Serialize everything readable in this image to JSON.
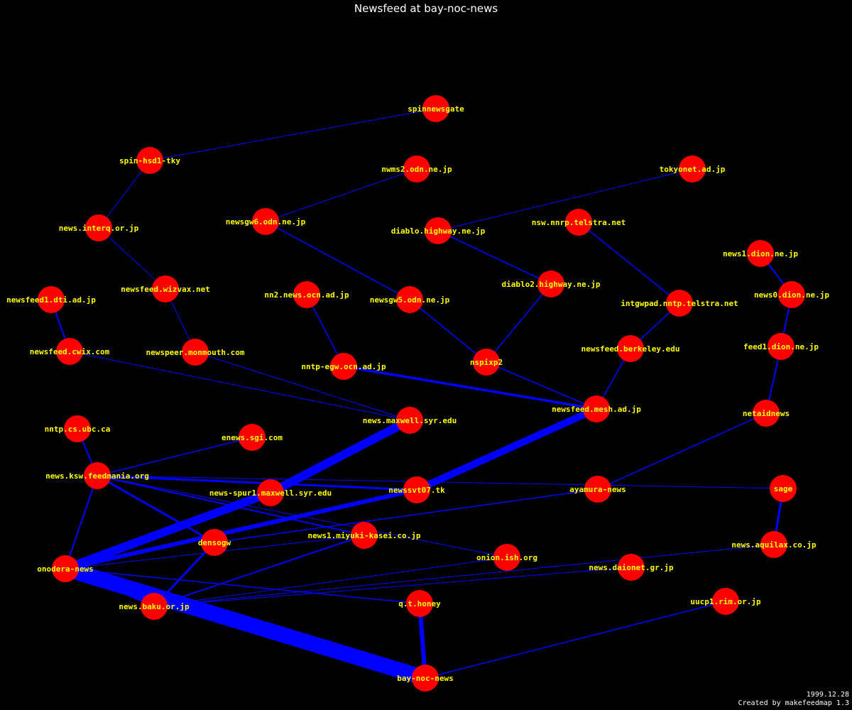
{
  "title": "Newsfeed at bay-noc-news",
  "footer": {
    "date": "1999.12.28",
    "credit": "Created by makefeedmap 1.3"
  },
  "colors": {
    "background": "#000000",
    "node": "#ff0000",
    "edge": "#0000ff",
    "label": "#ffff00",
    "text": "#ffffff"
  },
  "nodes": [
    {
      "id": "spinnewsgate",
      "label": "spinnewsgate"
    },
    {
      "id": "spin-hsd1-tky",
      "label": "spin-hsd1-tky"
    },
    {
      "id": "nwms2",
      "label": "nwms2.odn.ne.jp"
    },
    {
      "id": "tokyonet",
      "label": "tokyonet.ad.jp"
    },
    {
      "id": "interq",
      "label": "news.interq.or.jp"
    },
    {
      "id": "newsgw6",
      "label": "newsgw6.odn.ne.jp"
    },
    {
      "id": "diablo",
      "label": "diablo.highway.ne.jp"
    },
    {
      "id": "telstra-nsw",
      "label": "nsw.nnrp.telstra.net"
    },
    {
      "id": "news1-dion",
      "label": "news1.dion.ne.jp"
    },
    {
      "id": "wizvax",
      "label": "newsfeed.wizvax.net"
    },
    {
      "id": "diablo2",
      "label": "diablo2.highway.ne.jp"
    },
    {
      "id": "news0-dion",
      "label": "news0.dion.ne.jp"
    },
    {
      "id": "dti",
      "label": "newsfeed1.dti.ad.jp"
    },
    {
      "id": "nn2-ocn",
      "label": "nn2.news.ocn.ad.jp"
    },
    {
      "id": "newsgw5",
      "label": "newsgw5.odn.ne.jp"
    },
    {
      "id": "intgwpad",
      "label": "intgwpad.nntp.telstra.net"
    },
    {
      "id": "cwix",
      "label": "newsfeed.cwix.com"
    },
    {
      "id": "monmouth",
      "label": "newspeer.monmouth.com"
    },
    {
      "id": "nntp-egw",
      "label": "nntp-egw.ocn.ad.jp"
    },
    {
      "id": "nspixp2",
      "label": "nspixp2"
    },
    {
      "id": "berkeley",
      "label": "newsfeed.berkeley.edu"
    },
    {
      "id": "feed1-dion",
      "label": "feed1.dion.ne.jp"
    },
    {
      "id": "mesh",
      "label": "newsfeed.mesh.ad.jp"
    },
    {
      "id": "netaidnews",
      "label": "netaidnews"
    },
    {
      "id": "maxwell",
      "label": "news.maxwell.syr.edu"
    },
    {
      "id": "ubc",
      "label": "nntp.cs.ubc.ca"
    },
    {
      "id": "sgi",
      "label": "enews.sgi.com"
    },
    {
      "id": "ksw",
      "label": "news.ksw.feedmania.org"
    },
    {
      "id": "spur1",
      "label": "news-spur1.maxwell.syr.edu"
    },
    {
      "id": "newssvt07",
      "label": "newssvt07.tk"
    },
    {
      "id": "ayamura",
      "label": "ayamura-news"
    },
    {
      "id": "sage",
      "label": "sage"
    },
    {
      "id": "densogw",
      "label": "densogw"
    },
    {
      "id": "miyuki",
      "label": "news1.miyuki-kasei.co.jp"
    },
    {
      "id": "aquilax",
      "label": "news.aquilax.co.jp"
    },
    {
      "id": "onodera",
      "label": "onodera-news"
    },
    {
      "id": "onion",
      "label": "onion.ish.org"
    },
    {
      "id": "daionet",
      "label": "news.daionet.gr.jp"
    },
    {
      "id": "baku",
      "label": "news.baku.or.jp"
    },
    {
      "id": "qthoney",
      "label": "q.t.honey"
    },
    {
      "id": "uucp1",
      "label": "uucp1.rim.or.jp"
    },
    {
      "id": "baynoc",
      "label": "bay-noc-news"
    }
  ],
  "edges": [
    {
      "from": "spinnewsgate",
      "to": "spin-hsd1-tky",
      "weight": 1
    },
    {
      "from": "spin-hsd1-tky",
      "to": "interq",
      "weight": 1
    },
    {
      "from": "interq",
      "to": "wizvax",
      "weight": 1
    },
    {
      "from": "wizvax",
      "to": "monmouth",
      "weight": 1
    },
    {
      "from": "monmouth",
      "to": "maxwell",
      "weight": 0.5
    },
    {
      "from": "dti",
      "to": "cwix",
      "weight": 2
    },
    {
      "from": "cwix",
      "to": "maxwell",
      "weight": 1
    },
    {
      "from": "nwms2",
      "to": "newsgw6",
      "weight": 1
    },
    {
      "from": "newsgw6",
      "to": "newsgw5",
      "weight": 1.5
    },
    {
      "from": "newsgw5",
      "to": "nspixp2",
      "weight": 1.5
    },
    {
      "from": "nn2-ocn",
      "to": "nntp-egw",
      "weight": 1.5
    },
    {
      "from": "nntp-egw",
      "to": "mesh",
      "weight": 3.5
    },
    {
      "from": "tokyonet",
      "to": "diablo",
      "weight": 1
    },
    {
      "from": "diablo",
      "to": "diablo2",
      "weight": 1.5
    },
    {
      "from": "diablo2",
      "to": "nspixp2",
      "weight": 1.5
    },
    {
      "from": "nspixp2",
      "to": "mesh",
      "weight": 1.5
    },
    {
      "from": "telstra-nsw",
      "to": "intgwpad",
      "weight": 1.5
    },
    {
      "from": "intgwpad",
      "to": "berkeley",
      "weight": 1.5
    },
    {
      "from": "berkeley",
      "to": "mesh",
      "weight": 1.5
    },
    {
      "from": "news1-dion",
      "to": "news0-dion",
      "weight": 2
    },
    {
      "from": "news0-dion",
      "to": "feed1-dion",
      "weight": 2
    },
    {
      "from": "feed1-dion",
      "to": "netaidnews",
      "weight": 2
    },
    {
      "from": "netaidnews",
      "to": "ayamura",
      "weight": 1.5
    },
    {
      "from": "mesh",
      "to": "newssvt07",
      "weight": 10
    },
    {
      "from": "newssvt07",
      "to": "onodera",
      "weight": 6
    },
    {
      "from": "maxwell",
      "to": "spur1",
      "weight": 12
    },
    {
      "from": "spur1",
      "to": "onodera",
      "weight": 12
    },
    {
      "from": "ubc",
      "to": "ksw",
      "weight": 2
    },
    {
      "from": "sgi",
      "to": "ksw",
      "weight": 1.5
    },
    {
      "from": "ksw",
      "to": "newssvt07",
      "weight": 3
    },
    {
      "from": "ksw",
      "to": "sage",
      "weight": 1
    },
    {
      "from": "ksw",
      "to": "densogw",
      "weight": 3
    },
    {
      "from": "ksw",
      "to": "miyuki",
      "weight": 2
    },
    {
      "from": "ksw",
      "to": "onion",
      "weight": 1
    },
    {
      "from": "ksw",
      "to": "onodera",
      "weight": 2
    },
    {
      "from": "ayamura",
      "to": "densogw",
      "weight": 1.5
    },
    {
      "from": "miyuki",
      "to": "onodera",
      "weight": 1
    },
    {
      "from": "miyuki",
      "to": "baku",
      "weight": 2
    },
    {
      "from": "densogw",
      "to": "baku",
      "weight": 3
    },
    {
      "from": "sage",
      "to": "aquilax",
      "weight": 3
    },
    {
      "from": "aquilax",
      "to": "baku",
      "weight": 1
    },
    {
      "from": "daionet",
      "to": "baku",
      "weight": 1
    },
    {
      "from": "onion",
      "to": "baku",
      "weight": 1
    },
    {
      "from": "onodera",
      "to": "qthoney",
      "weight": 1.5
    },
    {
      "from": "onodera",
      "to": "baku",
      "weight": 2
    },
    {
      "from": "onodera",
      "to": "baynoc",
      "weight": 22
    },
    {
      "from": "qthoney",
      "to": "baynoc",
      "weight": 6
    },
    {
      "from": "uucp1",
      "to": "baynoc",
      "weight": 1.5
    }
  ]
}
